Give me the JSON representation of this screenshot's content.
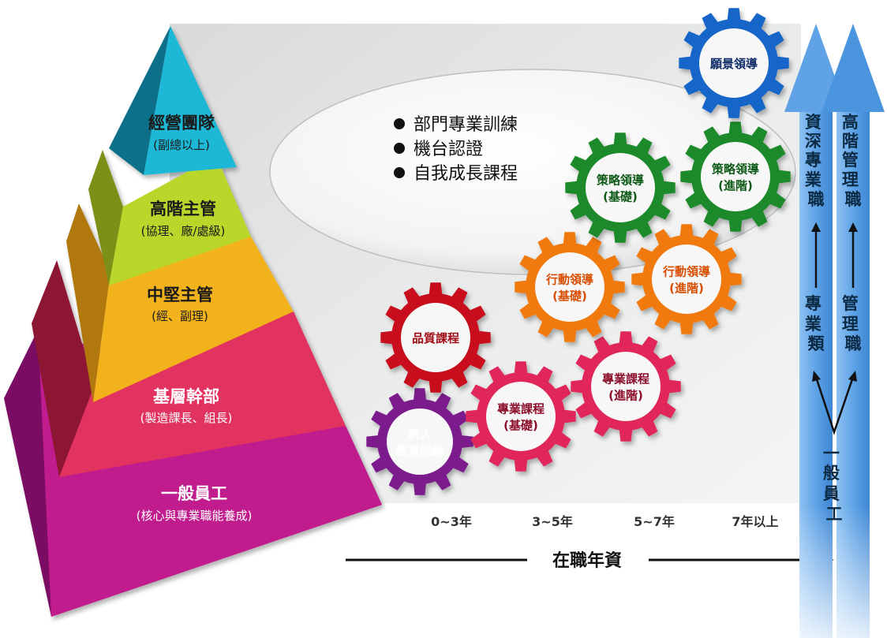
{
  "pyramid": [
    {
      "title": "經營團隊",
      "subtitle": "(副總以上)",
      "color": "#1cb8d6"
    },
    {
      "title": "高階主管",
      "subtitle": "(協理、廠/處級)",
      "color": "#b9d62a"
    },
    {
      "title": "中堅主管",
      "subtitle": "(經、副理)",
      "color": "#f2b21e"
    },
    {
      "title": "基層幹部",
      "subtitle": "(製造課長、組長)",
      "color": "#e2315e"
    },
    {
      "title": "一般員工",
      "subtitle": "(核心與專業職能養成)",
      "color": "#c01e8e"
    }
  ],
  "bullets": [
    "部門專業訓練",
    "機台認證",
    "自我成長課程"
  ],
  "gears": [
    {
      "lines": [
        "新人",
        "教育訓練"
      ],
      "color": "#7b1b8c",
      "text_color": "#ffffff"
    },
    {
      "lines": [
        "專業課程",
        "(基礎)"
      ],
      "color": "#e0285a",
      "text_color": "#8c0a2c"
    },
    {
      "lines": [
        "品質課程"
      ],
      "color": "#c8101e",
      "text_color": "#a00814"
    },
    {
      "lines": [
        "專業課程",
        "(進階)"
      ],
      "color": "#e0285a",
      "text_color": "#8c0a2c"
    },
    {
      "lines": [
        "行動領導",
        "(基礎)"
      ],
      "color": "#f07a10",
      "text_color": "#d84e00"
    },
    {
      "lines": [
        "行動領導",
        "(進階)"
      ],
      "color": "#f07a10",
      "text_color": "#d84e00"
    },
    {
      "lines": [
        "策略領導",
        "(基礎)"
      ],
      "color": "#1f8a2a",
      "text_color": "#0d5a16"
    },
    {
      "lines": [
        "策略領導",
        "(進階)"
      ],
      "color": "#1f8a2a",
      "text_color": "#0d5a16"
    },
    {
      "lines": [
        "願景領導"
      ],
      "color": "#1565c8",
      "text_color": "#0b2a66"
    }
  ],
  "axis": {
    "ticks": [
      "0~3年",
      "3~5年",
      "5~7年",
      "7年以上"
    ],
    "title": "在職年資"
  },
  "career": {
    "base": "一般員工",
    "left_mid": "專業類",
    "left_top": "資深專業職",
    "right_mid": "管理職",
    "right_top": "高階管理職"
  },
  "colors": {
    "panel": "#e4e6e7",
    "career_arrow": "#6aa8e6"
  }
}
